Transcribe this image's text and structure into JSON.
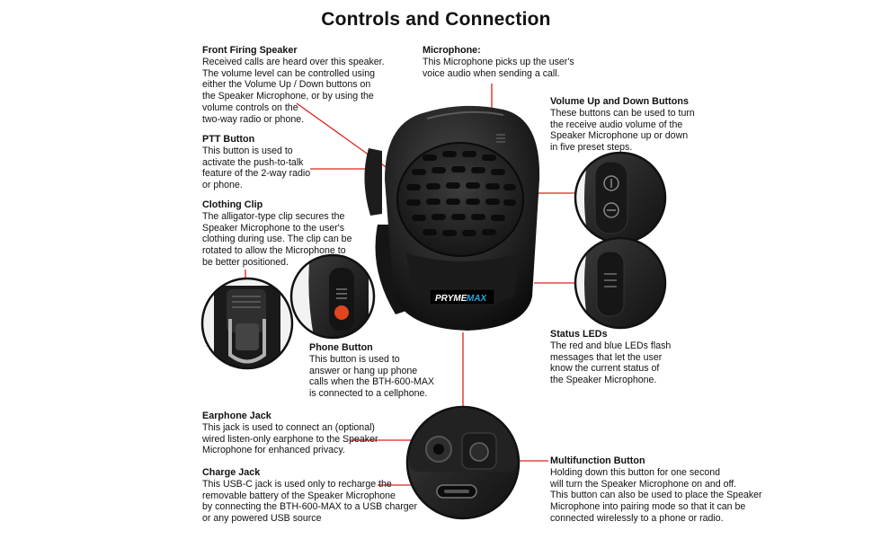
{
  "title": "Controls and Connection",
  "brand_logo_text": "PRYMEMAX",
  "accent_color": "#e0211d",
  "callouts": {
    "front_speaker": {
      "heading": "Front Firing Speaker",
      "body": "Received calls are heard over this speaker.\nThe volume level can be controlled using\neither the Volume Up / Down buttons on\nthe Speaker Microphone, or by using the\nvolume controls on the\ntwo-way radio or phone."
    },
    "microphone": {
      "heading": "Microphone:",
      "body": "This Microphone picks up the user's\nvoice audio when sending a call."
    },
    "volume": {
      "heading": "Volume Up and Down Buttons",
      "body": "These buttons can be used to turn\nthe receive audio volume of the\nSpeaker Microphone up or down\nin five preset steps."
    },
    "ptt": {
      "heading": "PTT Button",
      "body": "This button is used to\nactivate the push-to-talk\nfeature of the 2-way radio\nor phone."
    },
    "clip": {
      "heading": "Clothing Clip",
      "body": "The alligator-type clip secures the\nSpeaker Microphone to the user's\nclothing during use. The clip can be\nrotated to allow the Microphone to\nbe better positioned."
    },
    "phone_button": {
      "heading": "Phone Button",
      "body": "This button is used to\nanswer or hang up phone\ncalls when the BTH-600-MAX\nis connected to a cellphone."
    },
    "status_leds": {
      "heading": "Status LEDs",
      "body": "The red and blue LEDs flash\nmessages that let the user\nknow the current status of\nthe Speaker Microphone."
    },
    "earphone_jack": {
      "heading": "Earphone Jack",
      "body": "This jack is used to connect an (optional)\nwired listen-only earphone to the Speaker\nMicrophone for  enhanced privacy."
    },
    "charge_jack": {
      "heading": "Charge Jack",
      "body": "This USB-C jack is used only to recharge the\nremovable battery of the Speaker Microphone\nby connecting the BTH-600-MAX to a USB charger\nor any powered USB source"
    },
    "multifunction": {
      "heading": "Multifunction Button",
      "body": "Holding down this button for one second\nwill turn the Speaker Microphone on and off.\nThis button can also be used to place the Speaker\nMicrophone into pairing mode so that it can be\nconnected wirelessly to a phone or radio."
    }
  }
}
